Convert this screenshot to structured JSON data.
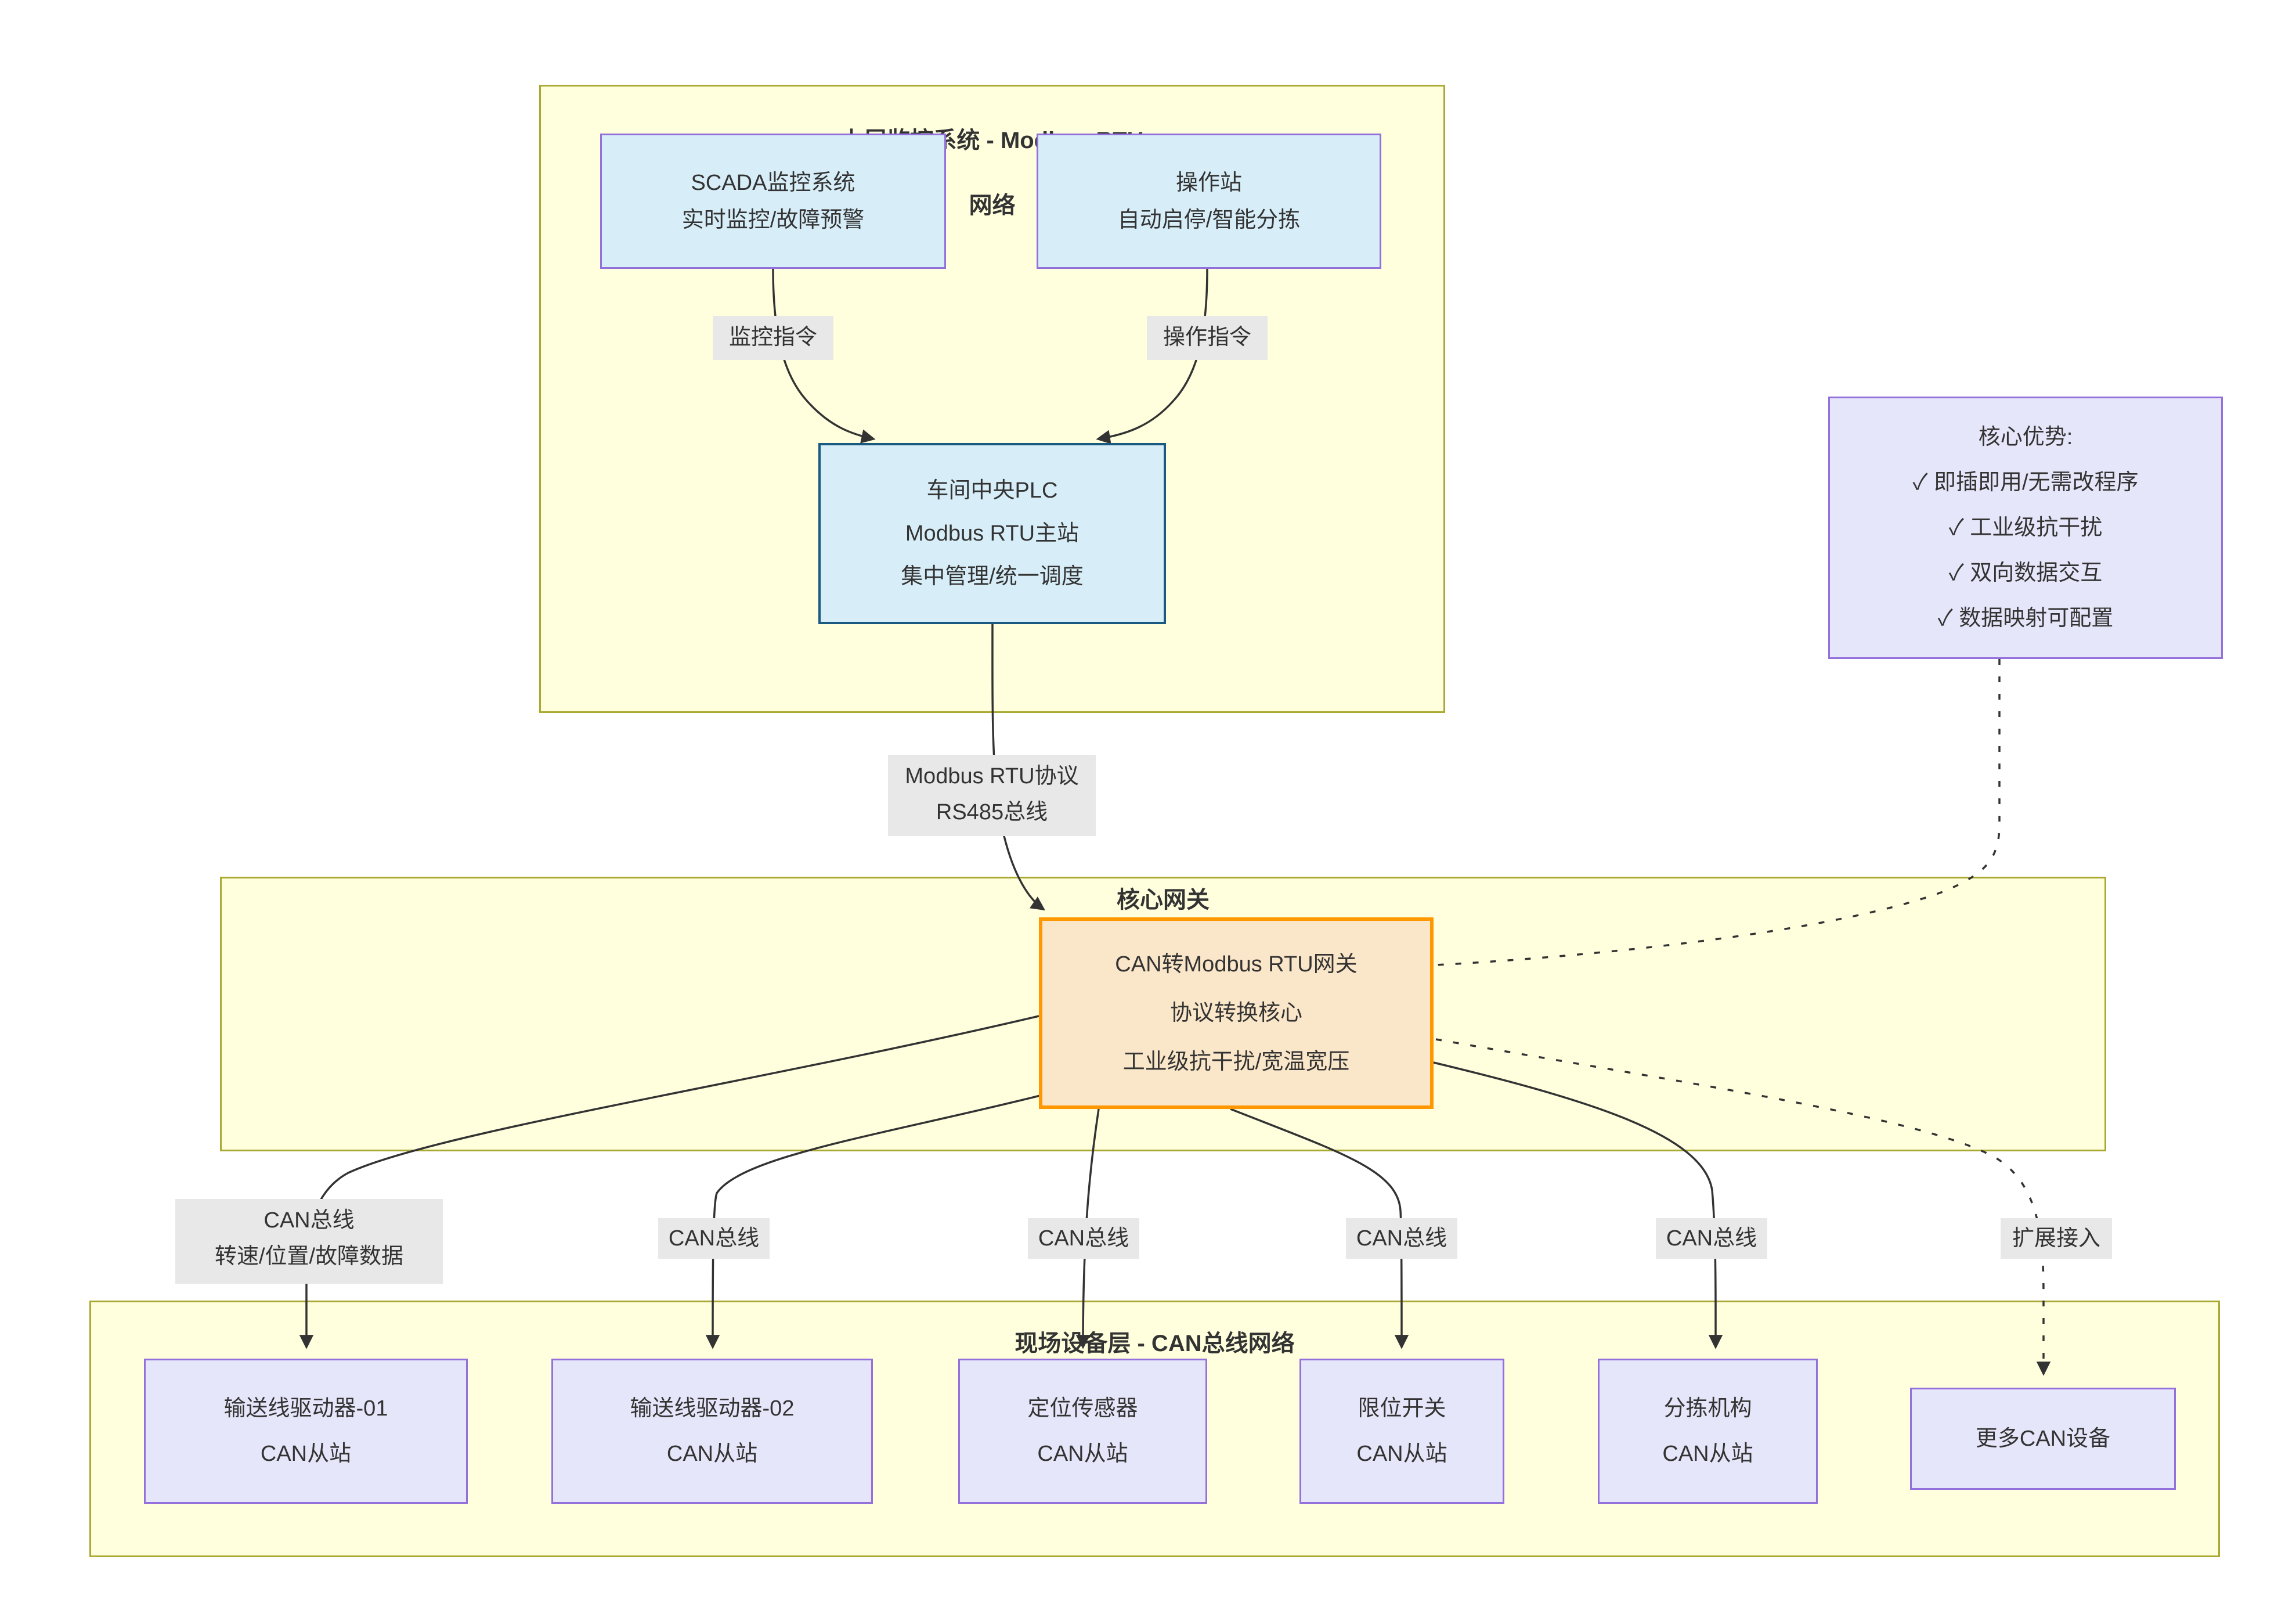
{
  "colors": {
    "cluster_fill": "#ffffde",
    "cluster_border": "#aaaa33",
    "blue_fill": "#d7eef9",
    "purple_border": "#9370db",
    "plc_border": "#1a5980",
    "gateway_fill": "#fae6c8",
    "gateway_border": "#ff9800",
    "device_fill": "#e6e6fa",
    "edge_label_bg": "#e8e8e8",
    "edge_stroke": "#333333",
    "text": "#333333"
  },
  "clusters": {
    "upper": {
      "title_line1": "上层监控系统 - Modbus RTU",
      "title_line2": "网络"
    },
    "gateway_layer": {
      "title": "核心网关"
    },
    "field": {
      "title": "现场设备层 - CAN总线网络"
    }
  },
  "nodes": {
    "scada": {
      "line1": "SCADA监控系统",
      "line2": "实时监控/故障预警"
    },
    "op": {
      "line1": "操作站",
      "line2": "自动启停/智能分拣"
    },
    "plc": {
      "line1": "车间中央PLC",
      "line2": "Modbus RTU主站",
      "line3": "集中管理/统一调度"
    },
    "adv": {
      "title": "核心优势:",
      "items": [
        "✓ 即插即用/无需改程序",
        "✓ 工业级抗干扰",
        "✓ 双向数据交互",
        "✓ 数据映射可配置"
      ]
    },
    "gw": {
      "line1": "CAN转Modbus RTU网关",
      "line2": "协议转换核心",
      "line3": "工业级抗干扰/宽温宽压"
    },
    "d1": {
      "line1": "输送线驱动器-01",
      "line2": "CAN从站"
    },
    "d2": {
      "line1": "输送线驱动器-02",
      "line2": "CAN从站"
    },
    "d3": {
      "line1": "定位传感器",
      "line2": "CAN从站"
    },
    "d4": {
      "line1": "限位开关",
      "line2": "CAN从站"
    },
    "d5": {
      "line1": "分拣机构",
      "line2": "CAN从站"
    },
    "d6": {
      "line1": "更多CAN设备"
    }
  },
  "edge_labels": {
    "monitor": "监控指令",
    "operate": "操作指令",
    "modbus_line1": "Modbus RTU协议",
    "modbus_line2": "RS485总线",
    "can1_line1": "CAN总线",
    "can1_line2": "转速/位置/故障数据",
    "can2": "CAN总线",
    "can3": "CAN总线",
    "can4": "CAN总线",
    "can5": "CAN总线",
    "expand": "扩展接入"
  }
}
